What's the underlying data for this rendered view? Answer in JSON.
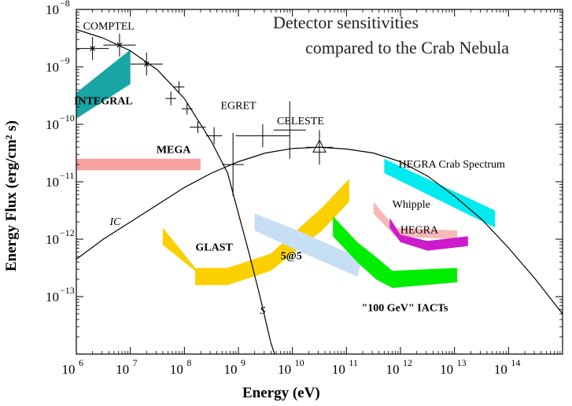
{
  "chart_data": {
    "type": "line",
    "title": "Detector sensitivities",
    "subtitle": "compared to the Crab Nebula",
    "xlabel": "Energy (eV)",
    "ylabel": "Energy Flux (erg/cm² s)",
    "xscale": "log",
    "yscale": "log",
    "xlim_exp": [
      6,
      15
    ],
    "ylim_exp": [
      -14,
      -8
    ],
    "xticks": [
      {
        "base": "10",
        "exp": "6"
      },
      {
        "base": "10",
        "exp": "7"
      },
      {
        "base": "10",
        "exp": "8"
      },
      {
        "base": "10",
        "exp": "9"
      },
      {
        "base": "10",
        "exp": "10"
      },
      {
        "base": "10",
        "exp": "11"
      },
      {
        "base": "10",
        "exp": "12"
      },
      {
        "base": "10",
        "exp": "13"
      },
      {
        "base": "10",
        "exp": "14"
      }
    ],
    "yticks": [
      {
        "base": "10",
        "exp": "−8",
        "v": -8
      },
      {
        "base": "10",
        "exp": "−9",
        "v": -9
      },
      {
        "base": "10",
        "exp": "−10",
        "v": -10
      },
      {
        "base": "10",
        "exp": "−11",
        "v": -11
      },
      {
        "base": "10",
        "exp": "−12",
        "v": -12
      },
      {
        "base": "10",
        "exp": "−13",
        "v": -13
      }
    ],
    "curves": [
      {
        "name": "S",
        "color": "#000000",
        "points": [
          [
            6.0,
            -8.35
          ],
          [
            6.5,
            -8.5
          ],
          [
            7.0,
            -8.72
          ],
          [
            7.5,
            -9.05
          ],
          [
            8.0,
            -9.55
          ],
          [
            8.5,
            -10.3
          ],
          [
            8.8,
            -10.85
          ],
          [
            9.0,
            -11.55
          ],
          [
            9.2,
            -12.25
          ],
          [
            9.4,
            -13.0
          ],
          [
            9.6,
            -13.8
          ],
          [
            9.67,
            -14.0
          ]
        ]
      },
      {
        "name": "IC",
        "color": "#000000",
        "points": [
          [
            6.0,
            -12.35
          ],
          [
            6.5,
            -12.0
          ],
          [
            7.0,
            -11.7
          ],
          [
            7.5,
            -11.4
          ],
          [
            8.0,
            -11.1
          ],
          [
            8.5,
            -10.85
          ],
          [
            9.0,
            -10.65
          ],
          [
            9.5,
            -10.5
          ],
          [
            10.0,
            -10.42
          ],
          [
            10.5,
            -10.4
          ],
          [
            11.0,
            -10.43
          ],
          [
            11.5,
            -10.5
          ],
          [
            12.0,
            -10.65
          ],
          [
            12.5,
            -10.9
          ],
          [
            13.0,
            -11.25
          ],
          [
            13.5,
            -11.65
          ],
          [
            14.0,
            -12.15
          ],
          [
            14.5,
            -12.7
          ],
          [
            15.0,
            -13.3
          ]
        ]
      }
    ],
    "data_points": [
      {
        "x": 6.3,
        "y": -8.68,
        "xerr": 0.3,
        "yerr": 0.2,
        "marker": "x"
      },
      {
        "x": 6.8,
        "y": -8.62,
        "xerr": 0.3,
        "yerr": 0.2,
        "marker": "x"
      },
      {
        "x": 7.3,
        "y": -8.95,
        "xerr": 0.3,
        "yerr": 0.2,
        "marker": "x"
      },
      {
        "x": 7.75,
        "y": -9.55,
        "xerr": 0.1,
        "yerr": 0.12
      },
      {
        "x": 7.9,
        "y": -9.35,
        "xerr": 0.1,
        "yerr": 0.1
      },
      {
        "x": 8.05,
        "y": -9.73,
        "xerr": 0.1,
        "yerr": 0.1
      },
      {
        "x": 8.25,
        "y": -10.05,
        "xerr": 0.15,
        "yerr": 0.1
      },
      {
        "x": 8.55,
        "y": -10.2,
        "xerr": 0.15,
        "yerr": 0.15
      },
      {
        "x": 8.9,
        "y": -10.7,
        "xerr": 0.2,
        "yerr": 0.55
      },
      {
        "x": 9.45,
        "y": -10.2,
        "xerr": 0.5,
        "yerr": 0.2
      },
      {
        "x": 9.95,
        "y": -10.1,
        "xerr": 0.3,
        "yerr": 0.5
      },
      {
        "x": 10.5,
        "y": -10.4,
        "xerr": 0.25,
        "yerr": 0.3,
        "marker": "triangle"
      }
    ],
    "regions": [
      {
        "name": "INTEGRAL",
        "color": "#1aa5a5",
        "points": [
          [
            6.0,
            -9.9
          ],
          [
            7.0,
            -9.3
          ],
          [
            7.0,
            -8.7
          ],
          [
            6.0,
            -9.45
          ]
        ]
      },
      {
        "name": "MEGA",
        "color": "#f7a1a1",
        "points": [
          [
            6.0,
            -10.8
          ],
          [
            8.3,
            -10.8
          ],
          [
            8.3,
            -10.6
          ],
          [
            6.0,
            -10.6
          ]
        ]
      },
      {
        "name": "GLAST",
        "color": "#fbd000",
        "points": [
          [
            7.6,
            -12.1
          ],
          [
            8.2,
            -12.55
          ],
          [
            8.2,
            -12.8
          ],
          [
            8.8,
            -12.8
          ],
          [
            9.6,
            -12.55
          ],
          [
            10.55,
            -11.85
          ],
          [
            11.05,
            -11.35
          ],
          [
            11.05,
            -10.95
          ],
          [
            10.55,
            -11.45
          ],
          [
            9.6,
            -12.25
          ],
          [
            8.8,
            -12.5
          ],
          [
            8.2,
            -12.5
          ],
          [
            7.6,
            -11.8
          ]
        ]
      },
      {
        "name": "5@5",
        "color": "#c6dff5",
        "points": [
          [
            9.3,
            -11.55
          ],
          [
            10.1,
            -11.85
          ],
          [
            11.3,
            -12.35
          ],
          [
            11.2,
            -12.65
          ],
          [
            10.1,
            -12.2
          ],
          [
            9.3,
            -11.85
          ]
        ]
      },
      {
        "name": "\"100 GeV\" IACTs",
        "color": "#00ee00",
        "points": [
          [
            10.75,
            -11.95
          ],
          [
            11.2,
            -12.4
          ],
          [
            11.55,
            -12.7
          ],
          [
            11.85,
            -12.85
          ],
          [
            13.05,
            -12.75
          ],
          [
            13.05,
            -12.5
          ],
          [
            11.85,
            -12.55
          ],
          [
            11.6,
            -12.35
          ],
          [
            11.2,
            -12.05
          ],
          [
            10.75,
            -11.6
          ]
        ]
      },
      {
        "name": "Whipple",
        "color": "#f7b8b8",
        "points": [
          [
            11.5,
            -11.55
          ],
          [
            11.9,
            -11.95
          ],
          [
            13.05,
            -12.0
          ],
          [
            13.05,
            -11.85
          ],
          [
            11.9,
            -11.8
          ],
          [
            11.5,
            -11.35
          ]
        ]
      },
      {
        "name": "HEGRA",
        "color": "#cc1ccc",
        "points": [
          [
            11.8,
            -11.8
          ],
          [
            12.0,
            -12.05
          ],
          [
            12.5,
            -12.2
          ],
          [
            13.25,
            -12.12
          ],
          [
            13.25,
            -11.95
          ],
          [
            12.5,
            -12.03
          ],
          [
            12.0,
            -11.92
          ],
          [
            11.8,
            -11.63
          ]
        ]
      },
      {
        "name": "HEGRA Crab Spectrum",
        "color": "#00eaf0",
        "points": [
          [
            11.7,
            -10.6
          ],
          [
            13.75,
            -11.5
          ],
          [
            13.75,
            -11.8
          ],
          [
            11.7,
            -10.85
          ]
        ]
      }
    ],
    "labels": [
      {
        "text": "COMPTEL",
        "x": 6.6,
        "y": -8.35
      },
      {
        "text": "INTEGRAL",
        "x": 6.5,
        "y": -9.65,
        "weight": "bold"
      },
      {
        "text": "MEGA",
        "x": 7.8,
        "y": -10.5,
        "weight": "bold"
      },
      {
        "text": "EGRET",
        "x": 9.0,
        "y": -9.73
      },
      {
        "text": "CELESTE",
        "x": 10.15,
        "y": -10.0
      },
      {
        "text": "HEGRA Crab Spectrum",
        "x": 12.95,
        "y": -10.75
      },
      {
        "text": "IC",
        "x": 6.72,
        "y": -11.75,
        "style": "italic"
      },
      {
        "text": "GLAST",
        "x": 8.55,
        "y": -12.2,
        "weight": "bold"
      },
      {
        "text": "5@5",
        "x": 9.98,
        "y": -12.35,
        "weight": "bold"
      },
      {
        "text": "Whipple",
        "x": 12.2,
        "y": -11.45
      },
      {
        "text": "HEGRA",
        "x": 12.35,
        "y": -11.9
      },
      {
        "text": "\"100 GeV\" IACTs",
        "x": 12.08,
        "y": -13.25,
        "weight": "bold"
      },
      {
        "text": "S",
        "x": 9.45,
        "y": -13.3,
        "style": "italic"
      }
    ]
  }
}
